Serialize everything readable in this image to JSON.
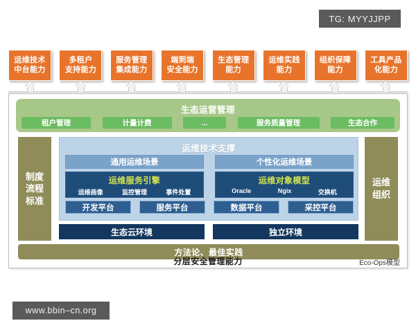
{
  "capabilities": [
    {
      "line1": "运维技术",
      "line2": "中台能力"
    },
    {
      "line1": "多租户",
      "line2": "支持能力"
    },
    {
      "line1": "服务管理",
      "line2": "集成能力"
    },
    {
      "line1": "端到端",
      "line2": "安全能力"
    },
    {
      "line1": "生态管理",
      "line2": "能力"
    },
    {
      "line1": "运维实践",
      "line2": "能力"
    },
    {
      "line1": "组织保障",
      "line2": "能力"
    },
    {
      "line1": "工具产品",
      "line2": "化能力"
    }
  ],
  "eco": {
    "title": "生态运营管理",
    "chips": [
      "租户管理",
      "计量计费",
      "...",
      "服务质量管理",
      "生态合作"
    ]
  },
  "sides": {
    "left": {
      "l1": "制度",
      "l2": "流程",
      "l3": "标准"
    },
    "right": {
      "l1": "运维",
      "l2": "组织"
    }
  },
  "support": {
    "title": "运维技术支撑",
    "scenes": [
      "通用运维场景",
      "个性化运维场景"
    ],
    "engines": [
      {
        "title": "运维服务引擎",
        "tags": [
          "运维画像",
          "监控管理",
          "事件处置"
        ]
      },
      {
        "title": "运维对象模型",
        "tags": [
          "Oracle",
          "Ngix",
          "交换机"
        ]
      }
    ],
    "platforms": [
      "开发平台",
      "服务平台",
      "数据平台",
      "采控平台"
    ]
  },
  "environments": [
    "生态云环境",
    "独立环境"
  ],
  "methodology": "方法论、最佳实践",
  "footer": {
    "title": "分层安全管理能力",
    "note": "Eco-Ops模型"
  },
  "watermarks": {
    "top": "TG: MYYJJPP",
    "bottom": "www.bbin–cn.org"
  },
  "colors": {
    "capability_orange": "#e8742c",
    "eco_band_green": "#a8c88a",
    "eco_chip_green": "#6cbc62",
    "side_olive": "#8f8c59",
    "support_blue": "#bdd3e8",
    "scene_blue": "#7ba3c9",
    "engine_navy": "#1f4d7a",
    "engine_title_yellow": "#d6e84f",
    "platform_blue": "#2f5f91",
    "env_navy": "#13375e",
    "watermark_grey": "#5a5a5a"
  }
}
